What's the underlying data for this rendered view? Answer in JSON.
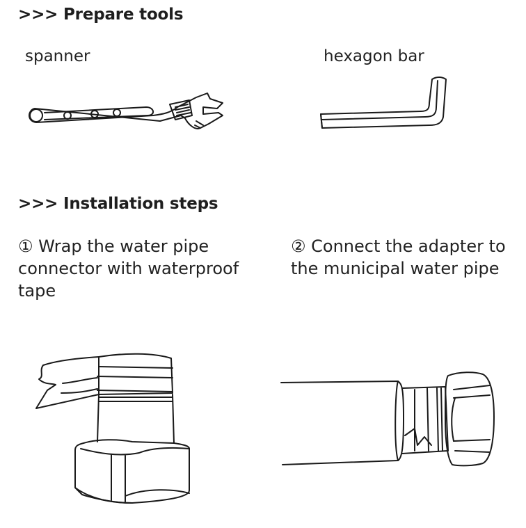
{
  "sections": {
    "prepare_tools": {
      "heading": ">>> Prepare tools",
      "tools": [
        {
          "label": "spanner",
          "icon": "spanner-icon"
        },
        {
          "label": "hexagon bar",
          "icon": "hex-key-icon"
        }
      ]
    },
    "installation_steps": {
      "heading": ">>> Installation steps",
      "steps": [
        {
          "text": "① Wrap the water pipe connector with waterproof tape",
          "illustration": "taped-connector-illustration"
        },
        {
          "text": "② Connect the adapter to the municipal water pipe",
          "illustration": "adapter-pipe-illustration"
        }
      ]
    }
  }
}
